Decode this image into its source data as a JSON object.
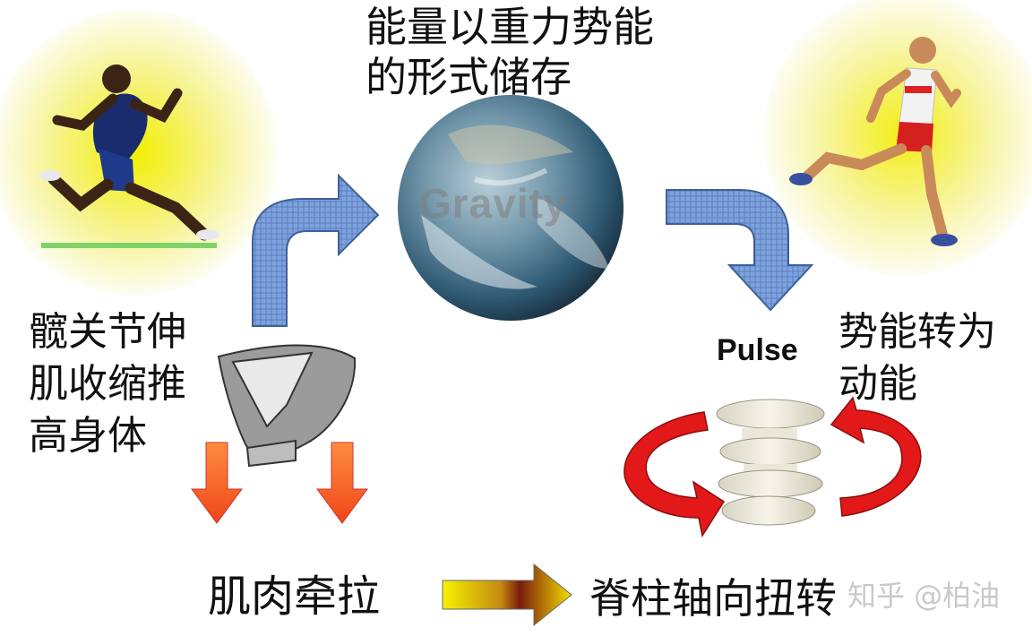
{
  "top_caption": [
    "能量以重力势能",
    "的形式储存"
  ],
  "left_caption": [
    "髋关节伸",
    "肌收缩推",
    "高身体"
  ],
  "right_caption": [
    "势能转为",
    "动能"
  ],
  "earth_label": "Gravity",
  "pulse_label": "Pulse",
  "muscle_label": "肌肉牵拉",
  "spine_label": "脊柱轴向扭转",
  "watermark": "知乎 @柏油",
  "colors": {
    "arrow_blue": "#7a9fd9",
    "arrow_red": "#e31818",
    "arrow_orange": "#ff6a2a",
    "glow_yellow": "#f4ef10",
    "earth_blue": "#3f6f8f"
  }
}
